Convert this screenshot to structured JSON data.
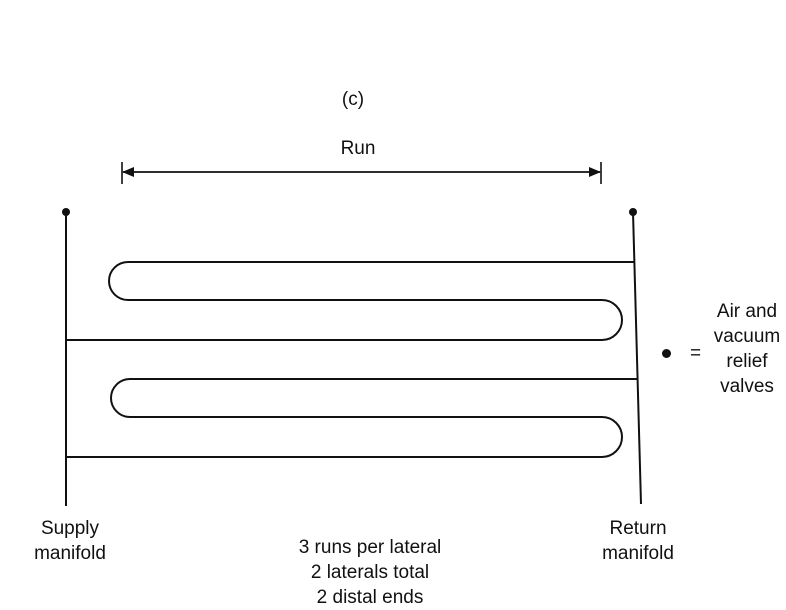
{
  "panel_label": "(c)",
  "dimension": {
    "label": "Run"
  },
  "manifolds": {
    "supply": {
      "line1": "Supply",
      "line2": "manifold"
    },
    "return": {
      "line1": "Return",
      "line2": "manifold"
    }
  },
  "legend": {
    "symbol": "dot",
    "equals": "=",
    "lines": [
      "Air and",
      "vacuum",
      "relief",
      "valves"
    ]
  },
  "summary": {
    "lines": [
      "3 runs per lateral",
      "2 laterals total",
      "2 distal ends"
    ]
  },
  "colors": {
    "line": "#111111",
    "background": "#ffffff"
  }
}
